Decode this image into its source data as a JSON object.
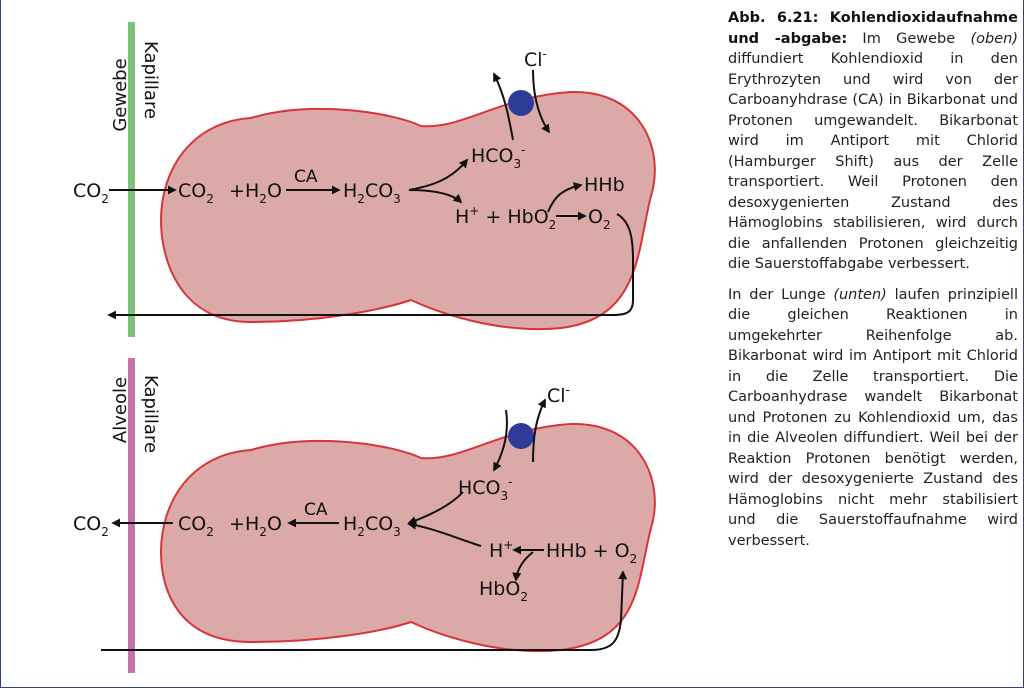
{
  "colors": {
    "frame": "#2e3f8f",
    "cell_fill": "#dba9a7",
    "cell_stroke": "#d8343a",
    "gewebe_bar": "#7dc17a",
    "alveole_bar": "#c574aa",
    "antiporter": "#2d3c96"
  },
  "top": {
    "region_label": "Gewebe",
    "capillary_label": "Kapillare",
    "co2_outside": [
      "CO",
      "2"
    ],
    "co2_inside": [
      "CO",
      "2"
    ],
    "plus": "+",
    "h2o": [
      "H",
      "2",
      "O"
    ],
    "ca": "CA",
    "h2co3": [
      "H",
      "2",
      "CO",
      "3"
    ],
    "hco3": [
      "HCO",
      "3",
      "-"
    ],
    "h_plus": [
      "H",
      "+",
      " + HbO",
      "2"
    ],
    "o2": [
      "O",
      "2"
    ],
    "hhb": "HHb",
    "cl": [
      "Cl",
      "-"
    ]
  },
  "bottom": {
    "region_label": "Alveole",
    "capillary_label": "Kapillare",
    "co2_outside": [
      "CO",
      "2"
    ],
    "co2_inside": [
      "CO",
      "2"
    ],
    "plus": "+",
    "h2o": [
      "H",
      "2",
      "O"
    ],
    "ca": "CA",
    "h2co3": [
      "H",
      "2",
      "CO",
      "3"
    ],
    "hco3": [
      "HCO",
      "3",
      "-"
    ],
    "h_plus": [
      "H",
      "+"
    ],
    "hhb_o2": [
      "HHb + O",
      "2"
    ],
    "hbo2": [
      "HbO",
      "2"
    ],
    "cl": [
      "Cl",
      "-"
    ]
  },
  "caption": {
    "title": "Abb. 6.21: Kohlendioxidaufnahme und -abgabe:",
    "p1_a": " Im Gewebe ",
    "p1_oben": "(oben)",
    "p1_b": " diffundiert Kohlendioxid in den Erythrozyten und wird von der Carboanyhdrase (CA) in Bikarbonat und Protonen umgewandelt. Bi­karbonat wird im Antiport mit Chlorid (Hamburger Shift) aus der Zelle transportiert. Weil Protonen den desoxygenierten Zustand des Hämoglobins stabilisieren, wird durch die anfallenden Protonen gleichzeitig die Sauerstoffabgabe verbessert.",
    "p2_a": "In der Lunge ",
    "p2_unten": "(unten)",
    "p2_b": " laufen prinzipiell die gleichen Reaktionen in umgekehrter Reihenfolge ab. Bikarbonat wird im Antiport mit Chlorid in die Zelle transportiert. Die Carboanhydrase wandelt Bi­karbonat und Protonen zu Kohlen­dioxid um, das in die Alveolen diffundiert. Weil bei der Reaktion Protonen benötigt werden, wird der desoxygenierte Zustand des Hämoglobins nicht mehr stabilisiert und die Sauerstoffaufnahme wird verbessert."
  }
}
